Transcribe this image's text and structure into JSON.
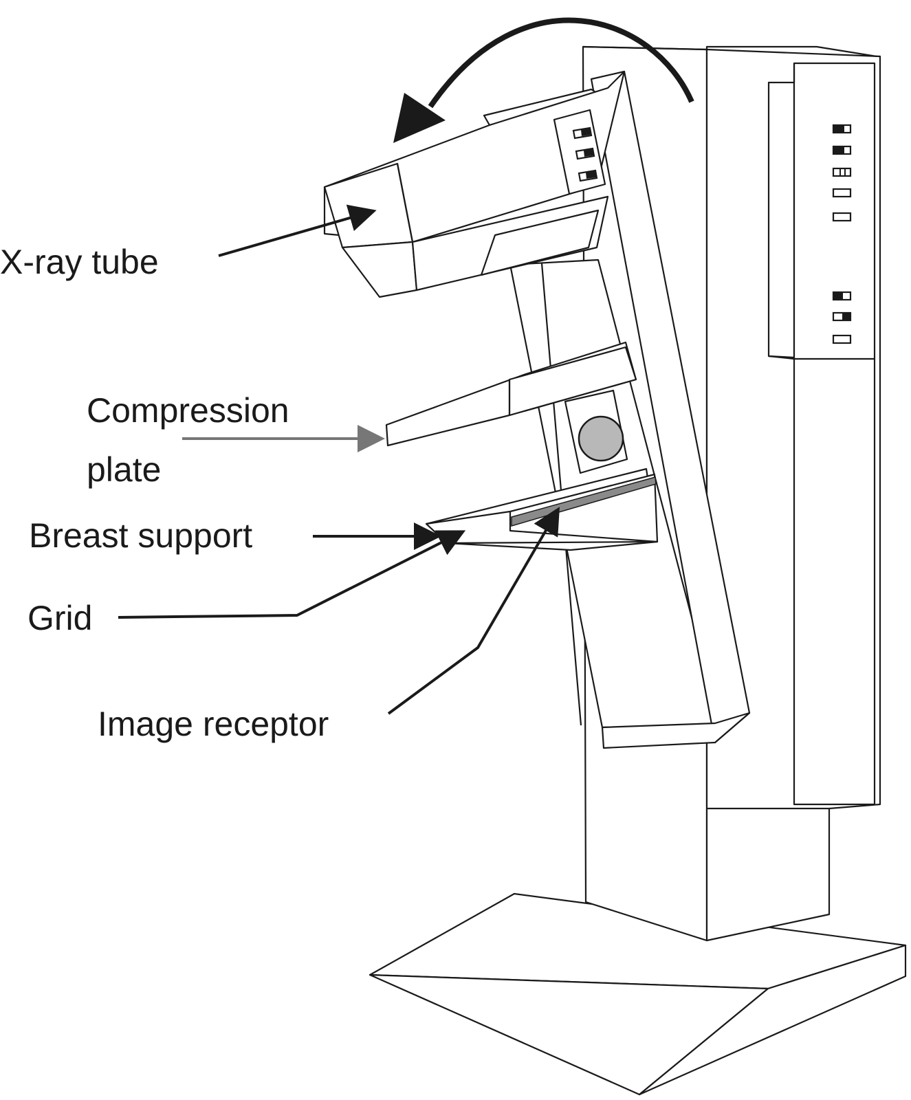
{
  "labels": {
    "xray_tube": "X-ray tube",
    "compression_plate_line1": "Compression",
    "compression_plate_line2": "plate",
    "breast_support": "Breast support",
    "grid": "Grid",
    "image_receptor": "Image receptor"
  },
  "colors": {
    "line": "#1a1a1a",
    "compression_arrow": "#777777",
    "grid_strip": "#8a8a8a",
    "indicator_disc": "#b8b8b8"
  },
  "icons": {
    "rotation_arrow": "rotation-arrow-icon",
    "control_buttons": "control-button-icon",
    "indicator_disc": "indicator-disc-icon"
  }
}
